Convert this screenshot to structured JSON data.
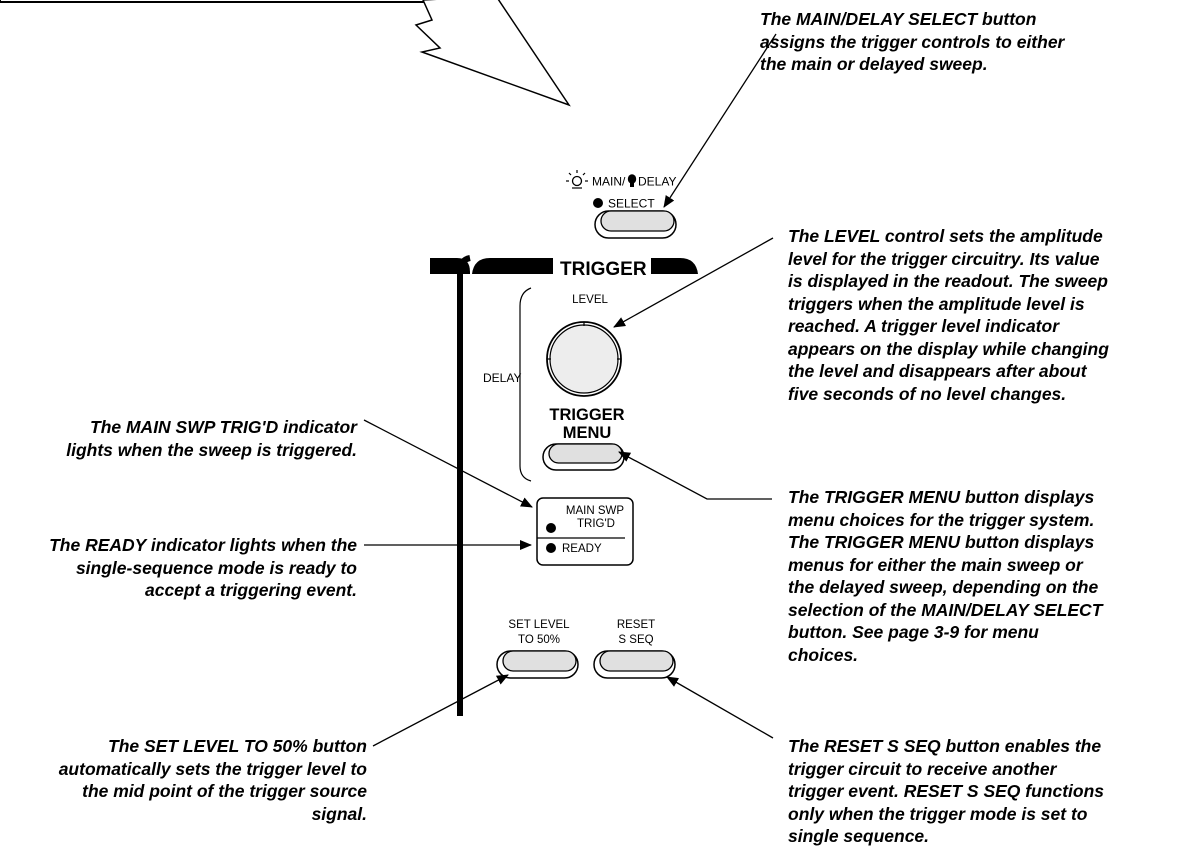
{
  "panel": {
    "main_delay_label": "MAIN/",
    "delay_label": "DELAY",
    "select_label": "SELECT",
    "section_title": "TRIGGER",
    "level_label": "LEVEL",
    "delay_side_label": "DELAY",
    "trigger_menu_line1": "TRIGGER",
    "trigger_menu_line2": "MENU",
    "main_swp_line1": "MAIN SWP",
    "main_swp_line2": "TRIG'D",
    "ready_label": "READY",
    "set_level_line1": "SET LEVEL",
    "set_level_line2": "TO 50%",
    "reset_line1": "RESET",
    "reset_line2": "S SEQ"
  },
  "callouts": {
    "main_delay_select": [
      "The MAIN/DELAY SELECT button",
      "assigns the trigger controls to either",
      "the main or delayed sweep."
    ],
    "level_control": [
      "The LEVEL control sets the amplitude",
      "level for the trigger circuitry. Its value",
      "is displayed in the readout. The sweep",
      "triggers when the amplitude level is",
      "reached. A trigger level indicator",
      "appears on the display while changing",
      "the level and disappears after about",
      "five seconds of no level changes."
    ],
    "main_swp_trigd": [
      "The MAIN SWP TRIG'D indicator",
      "lights when the sweep is triggered."
    ],
    "ready_indicator": [
      "The READY indicator lights when the",
      "single-sequence mode is ready to",
      "accept a triggering event."
    ],
    "trigger_menu": [
      "The TRIGGER MENU button displays",
      "menu choices for the trigger system.",
      "The TRIGGER MENU button displays",
      "menus for either the main sweep or",
      "the delayed sweep, depending on the",
      "selection of the MAIN/DELAY SELECT",
      "button. See page 3-9 for menu",
      "choices."
    ],
    "set_level_50": [
      "The SET LEVEL TO 50% button",
      "automatically sets the trigger level to",
      "the mid point of the trigger source",
      "signal."
    ],
    "reset_s_seq": [
      "The RESET S SEQ button enables the",
      "trigger circuit to receive another",
      "trigger event. RESET S SEQ functions",
      "only when the trigger mode is set to",
      "single sequence."
    ]
  }
}
